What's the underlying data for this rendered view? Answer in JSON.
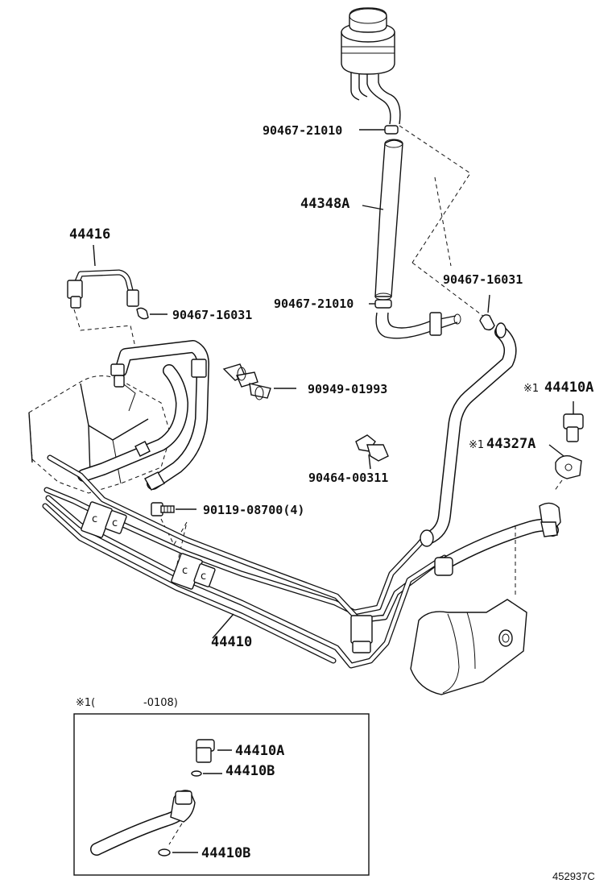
{
  "labels": {
    "clamp_top": "90467-21010",
    "hose_return": "44348A",
    "pipe_44416": "44416",
    "clamp_mid": "90467-21010",
    "clamp_16031_left": "90467-16031",
    "clamp_16031_right": "90467-16031",
    "clamp_01993": "90949-01993",
    "clamp_00311": "90464-00311",
    "bolt_08700": "90119-08700(4)",
    "tube_44410": "44410",
    "union_bolt_top": "44410A",
    "union_bolt_top_mark": "※1",
    "flange_44327A": "44327A",
    "flange_mark": "※1"
  },
  "inset": {
    "caption_mark": "※1(",
    "caption_range": "-0108)",
    "label_bolt": "44410A",
    "label_gasket_upper": "44410B",
    "label_gasket_lower": "44410B"
  },
  "footer": {
    "illustration_code": "452937C"
  }
}
